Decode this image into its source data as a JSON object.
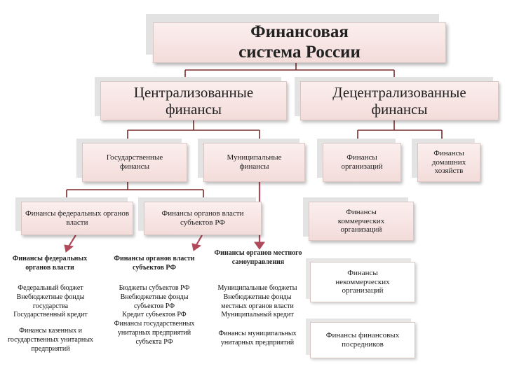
{
  "root": "Финансовая система России",
  "level1": {
    "centralized": "Централизованные финансы",
    "decentralized": "Децентрализованные финансы"
  },
  "level2": {
    "state": "Государственные финансы",
    "municipal": "Муниципальные финансы",
    "organizations": "Финансы организаций",
    "households": "Финансы домашних хозяйств"
  },
  "level3": {
    "federal": "Финансы федеральных органов власти",
    "regional": "Финансы органов власти субъектов РФ"
  },
  "right_column": {
    "commercial": "Финансы коммерческих организаций",
    "noncommercial": "Финансы некоммерческих организаций",
    "intermediaries": "Финансы финансовых посредников"
  },
  "table": {
    "federal": {
      "header": "Финансы федеральных органов власти",
      "items": [
        "Федеральный бюджет",
        "Внебюджетные фонды государства",
        "Государственный кредит",
        "Финансы казенных и государственных унитарных предприятий"
      ]
    },
    "regional": {
      "header": "Финансы органов власти субъектов РФ",
      "items": [
        "Бюджеты субъектов РФ",
        "Внебюджетные фонды субъектов РФ",
        "Кредит субъектов РФ",
        "Финансы государственных унитарных предприятий субъекта РФ"
      ]
    },
    "local": {
      "header": "Финансы органов местного самоуправления",
      "items": [
        "Муниципальные бюджеты",
        "Внебюджетные фонды местных органов власти",
        "Муниципальный кредит",
        "Финансы муниципальных унитарных предприятий"
      ]
    }
  },
  "colors": {
    "box_fill": "#f3dcda",
    "line": "#7a2a2a",
    "arrow": "#b04a5a"
  }
}
